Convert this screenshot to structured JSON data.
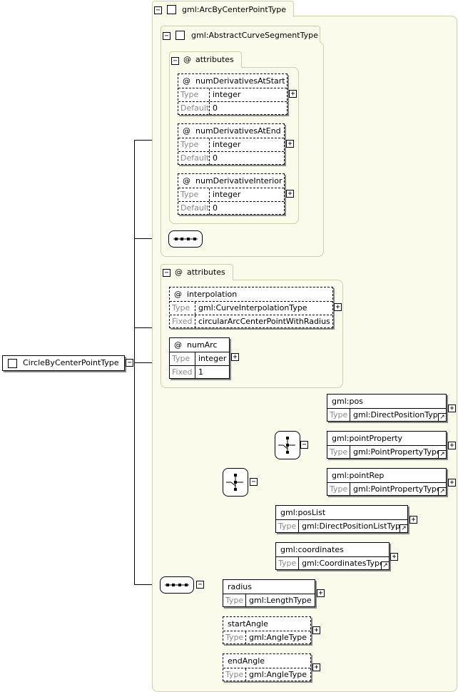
{
  "root": {
    "label": "CircleByCenterPointType"
  },
  "arc_type": {
    "label": "gml:ArcByCenterPointType"
  },
  "abstract_type": {
    "label": "gml:AbstractCurveSegmentType"
  },
  "attributes_label": "attributes",
  "at_symbol": "@",
  "keys": {
    "type": "Type",
    "default": "Default",
    "fixed": "Fixed"
  },
  "abstract_attrs": [
    {
      "name": "numDerivativesAtStart",
      "type": "integer",
      "default": "0"
    },
    {
      "name": "numDerivativesAtEnd",
      "type": "integer",
      "default": "0"
    },
    {
      "name": "numDerivativeInterior",
      "type": "integer",
      "default": "0"
    }
  ],
  "arc_attrs": [
    {
      "name": "interpolation",
      "type": "gml:CurveInterpolationType",
      "fixed": "circularArcCenterPointWithRadius"
    },
    {
      "name": "numArc",
      "type": "integer",
      "fixed": "1"
    }
  ],
  "choice_elements": [
    {
      "name": "gml:pos",
      "type": "gml:DirectPositionType"
    },
    {
      "name": "gml:pointProperty",
      "type": "gml:PointPropertyType"
    },
    {
      "name": "gml:pointRep",
      "type": "gml:PointPropertyType"
    }
  ],
  "outer_choice_elements": [
    {
      "name": "gml:posList",
      "type": "gml:DirectPositionListType"
    },
    {
      "name": "gml:coordinates",
      "type": "gml:CoordinatesType"
    }
  ],
  "seq_elements": [
    {
      "name": "radius",
      "type": "gml:LengthType"
    },
    {
      "name": "startAngle",
      "type": "gml:AngleType"
    },
    {
      "name": "endAngle",
      "type": "gml:AngleType"
    }
  ],
  "toggle_minus": "−",
  "toggle_plus": "+",
  "link_arrow": "↗"
}
